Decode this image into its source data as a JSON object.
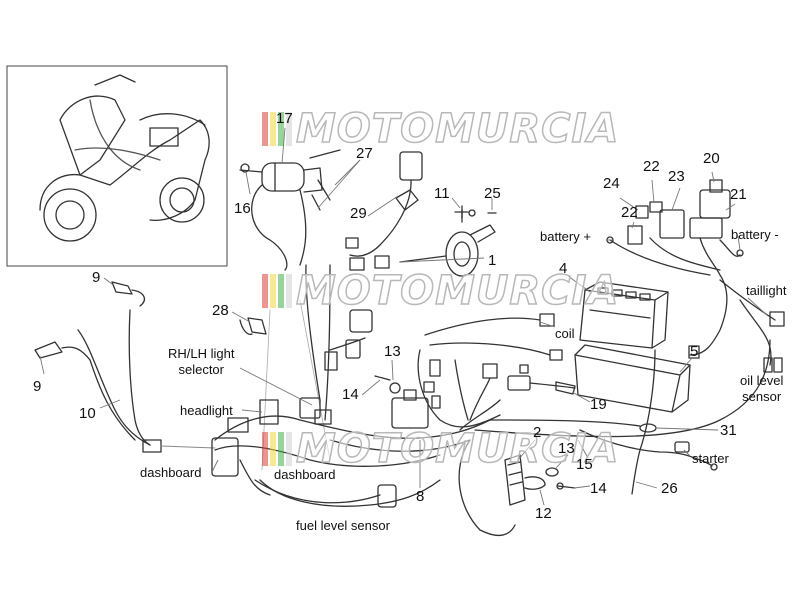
{
  "watermark": {
    "text": "MOTOMURCIA",
    "bar_colors": [
      "#e23b3b",
      "#f2d43b",
      "#3fb04a",
      "#cfcfcf"
    ]
  },
  "colors": {
    "line": "#333333",
    "wire": "#555555",
    "leader": "#888888"
  },
  "labels": {
    "n1": "1",
    "n2": "2",
    "n4": "4",
    "n5": "5",
    "n8": "8",
    "n9a": "9",
    "n9b": "9",
    "n10": "10",
    "n11": "11",
    "n12": "12",
    "n13a": "13",
    "n13b": "13",
    "n14a": "14",
    "n14b": "14",
    "n15": "15",
    "n16": "16",
    "n17": "17",
    "n19": "19",
    "n20": "20",
    "n21": "21",
    "n22a": "22",
    "n22b": "22",
    "n23": "23",
    "n24": "24",
    "n25": "25",
    "n26": "26",
    "n27": "27",
    "n28": "28",
    "n29": "29",
    "n31": "31",
    "battery_plus": "battery +",
    "battery_minus": "battery -",
    "taillight": "taillight",
    "oil_level_sensor": "oil level\nsensor",
    "coil": "coil",
    "rh_lh_selector": "RH/LH light\nselector",
    "headlight": "headlight",
    "dashboard_a": "dashboard",
    "dashboard_b": "dashboard",
    "fuel_level_sensor": "fuel level sensor",
    "starter": "starter"
  }
}
